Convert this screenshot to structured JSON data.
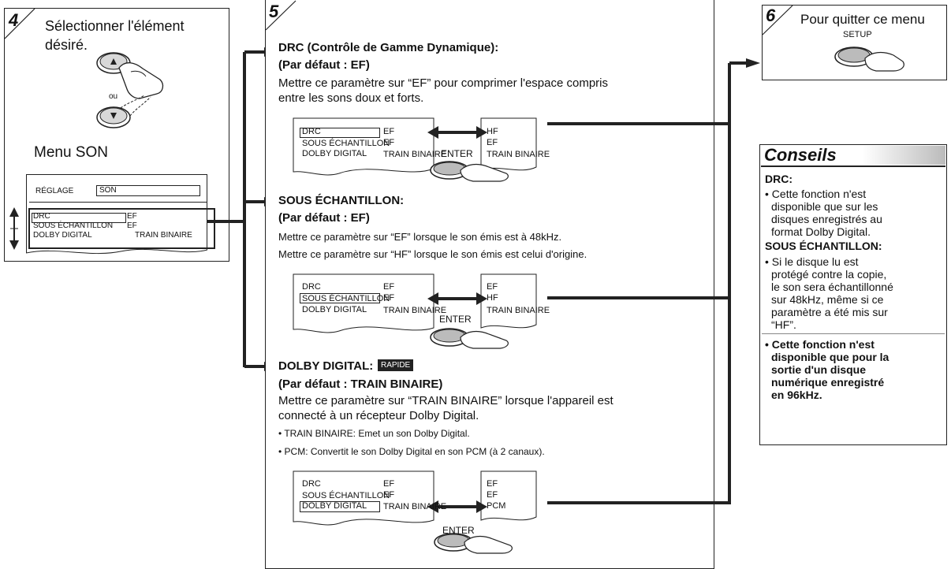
{
  "step4": {
    "number": "4",
    "instruction_line1": "Sélectionner l'élément",
    "instruction_line2": "désiré.",
    "or_label": "ou",
    "menu_title": "Menu SON",
    "screen": {
      "header_label": "RÉGLAGE",
      "header_value": "SON",
      "rows": [
        {
          "name": "DRC",
          "value": "EF"
        },
        {
          "name": "SOUS ÉCHANTILLON",
          "value": "EF"
        },
        {
          "name": "DOLBY DIGITAL",
          "value": "TRAIN BINAIRE"
        }
      ]
    }
  },
  "step5": {
    "number": "5",
    "drc": {
      "heading": "DRC (Contrôle de Gamme Dynamique):",
      "default": "(Par défaut : EF)",
      "desc_line1": "Mettre ce paramètre sur “EF” pour comprimer l'espace compris",
      "desc_line2": "entre les sons doux et forts.",
      "left_rows": [
        {
          "name": "DRC",
          "value": "EF"
        },
        {
          "name": "SOUS ÉCHANTILLON",
          "value": "EF"
        },
        {
          "name": "DOLBY DIGITAL",
          "value": "TRAIN BINAIRE"
        }
      ],
      "right_values": [
        "HF",
        "EF",
        "TRAIN BINAIRE"
      ],
      "enter_label": "ENTER"
    },
    "sous": {
      "heading": "SOUS ÉCHANTILLON:",
      "default": "(Par défaut : EF)",
      "desc_line1": "Mettre ce paramètre sur “EF” lorsque le son émis est à 48kHz.",
      "desc_line2": "Mettre ce paramètre sur “HF” lorsque le son émis est celui d'origine.",
      "left_rows": [
        {
          "name": "DRC",
          "value": "EF"
        },
        {
          "name": "SOUS ÉCHANTILLON",
          "value": "EF"
        },
        {
          "name": "DOLBY DIGITAL",
          "value": "TRAIN BINAIRE"
        }
      ],
      "right_values": [
        "EF",
        "HF",
        "TRAIN BINAIRE"
      ],
      "enter_label": "ENTER"
    },
    "dolby": {
      "heading": "DOLBY DIGITAL:",
      "badge": "RAPIDE",
      "default": "(Par défaut : TRAIN BINAIRE)",
      "desc_line1": "Mettre ce paramètre sur “TRAIN BINAIRE” lorsque l'appareil est",
      "desc_line2": "connecté à un récepteur Dolby Digital.",
      "bullet1": "• TRAIN BINAIRE: Emet un son Dolby Digital.",
      "bullet2": "• PCM: Convertit le son Dolby Digital en son PCM (à 2 canaux).",
      "left_rows": [
        {
          "name": "DRC",
          "value": "EF"
        },
        {
          "name": "SOUS ÉCHANTILLON",
          "value": "EF"
        },
        {
          "name": "DOLBY DIGITAL",
          "value": "TRAIN BINAIRE"
        }
      ],
      "right_values": [
        "EF",
        "EF",
        "PCM"
      ],
      "enter_label": "ENTER"
    }
  },
  "step6": {
    "number": "6",
    "instruction": "Pour quitter ce menu",
    "button_label": "SETUP"
  },
  "conseils": {
    "title": "Conseils",
    "drc_heading": "DRC:",
    "drc_lines": [
      "• Cette fonction n'est",
      "disponible que sur les",
      "disques enregistrés au",
      "format Dolby Digital."
    ],
    "sous_heading": "SOUS ÉCHANTILLON:",
    "sous_lines": [
      "• Si le disque lu est",
      "protégé contre la copie,",
      "le son sera échantillonné",
      "sur 48kHz, même si ce",
      "paramètre a été mis sur",
      "“HF”."
    ],
    "bold_lines": [
      "• Cette fonction n'est",
      "disponible que pour la",
      "sortie d'un disque",
      "numérique enregistré",
      "en 96kHz."
    ]
  }
}
